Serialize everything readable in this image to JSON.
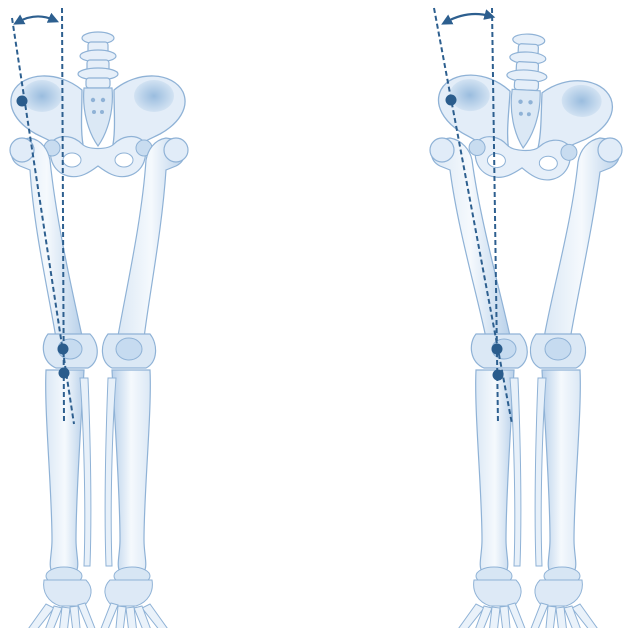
{
  "figure": {
    "panels": [
      {
        "id": "left",
        "alignment": "lower-limb-axis-neutral"
      },
      {
        "id": "right",
        "alignment": "lower-limb-axis-valgus"
      }
    ],
    "colors": {
      "bone_fill": "#e4eef8",
      "bone_shade": "#a9c6e3",
      "bone_dark": "#6f9cc9",
      "bone_outline": "#8fb2d6",
      "axis_line": "#2d5f8f",
      "marker": "#2a5c8c"
    },
    "icons": [
      "angle-arrow-icon",
      "landmark-point-icon"
    ]
  }
}
